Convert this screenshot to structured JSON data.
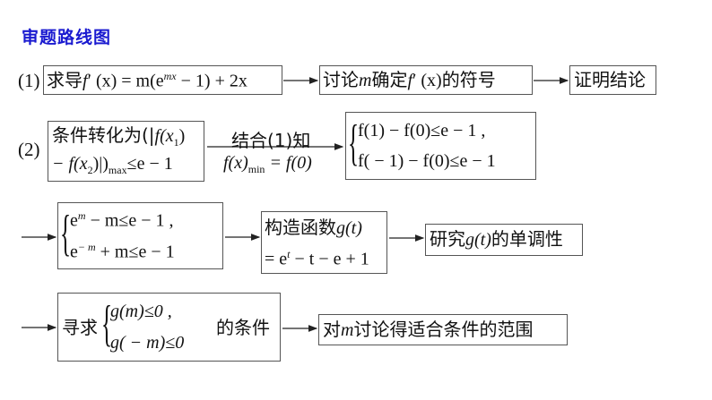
{
  "title": "审题路线图",
  "title_color": "#1a1ad0",
  "step1": {
    "label": "(1)",
    "nodes": [
      {
        "prefix": "求导",
        "f": "f",
        "prime": "′",
        "rest": " (x) = m(e",
        "sup": "mx",
        "tail": " − 1) + 2x"
      },
      {
        "prefix": "讨论",
        "var": "m",
        "mid": "确定",
        "f": "f",
        "prime": "′",
        "arg": " (x)",
        "suffix": "的符号"
      },
      {
        "text": "证明结论"
      }
    ]
  },
  "step2": {
    "label": "(2)",
    "condition_box": {
      "line1_text": "条件转化为(|",
      "line1_math": "f(x",
      "line1_sub": "1",
      "line1_close": ")",
      "line2_math": "− f(x",
      "line2_sub": "2",
      "line2_close": ")|)",
      "line2_sub_max": "max",
      "line2_tail": "≤e − 1"
    },
    "edge": {
      "top": "结合(1)知",
      "bottom_f": "f(x)",
      "bottom_sub": "min",
      "bottom_tail": " = f(0)"
    },
    "system1": {
      "line1": "f(1) − f(0)≤e − 1 ,",
      "line2": "f( − 1) − f(0)≤e − 1"
    },
    "system2": {
      "line1_base": "e",
      "line1_sup": "m",
      "line1_tail": " − m≤e − 1 ,",
      "line2_base": "e",
      "line2_sup": "− m",
      "line2_tail": " + m≤e − 1"
    },
    "construct_box": {
      "line1_text": "构造函数",
      "line1_math": "g(t)",
      "line2_pre": "= e",
      "line2_sup": "t",
      "line2_tail": " − t − e + 1"
    },
    "monotonic_box": {
      "pre": "研究",
      "math": "g(t)",
      "post": "的单调性"
    },
    "seek_box": {
      "pre": "寻求",
      "line1": "g(m)≤0 ,",
      "line2": "g( − m)≤0",
      "post": "的条件"
    },
    "final_box": {
      "pre": "对",
      "var": "m",
      "post": "讨论得适合条件的范围"
    }
  }
}
